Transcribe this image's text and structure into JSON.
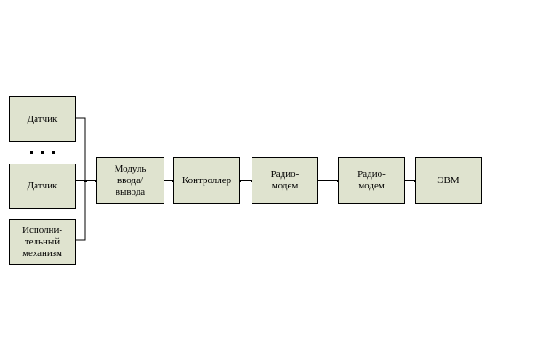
{
  "diagram": {
    "nodes": {
      "sensor_1": "Датчик",
      "ellipsis": "· · ·",
      "sensor_2": "Датчик",
      "actuator": "Исполни-\nтельный\nмеханизм",
      "io_module": "Модуль\nввода/\nвывода",
      "controller": "Контроллер",
      "radio_modem_1": "Радио-\nмодем",
      "radio_modem_2": "Радио-\nмодем",
      "computer": "ЭВМ"
    },
    "colors": {
      "box_fill": "#dfe3cf",
      "line": "#000000"
    }
  }
}
